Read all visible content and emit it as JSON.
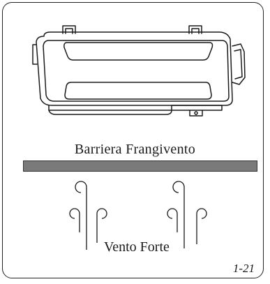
{
  "diagram": {
    "barrier_label": "Barriera Frangivento",
    "wind_label": "Vento Forte",
    "page_number": "1-21"
  },
  "colors": {
    "barrier_fill": "#7a7a7a",
    "line": "#1a1a1a"
  },
  "icons": [
    "projector-device-icon",
    "wind-swirl-icon"
  ]
}
